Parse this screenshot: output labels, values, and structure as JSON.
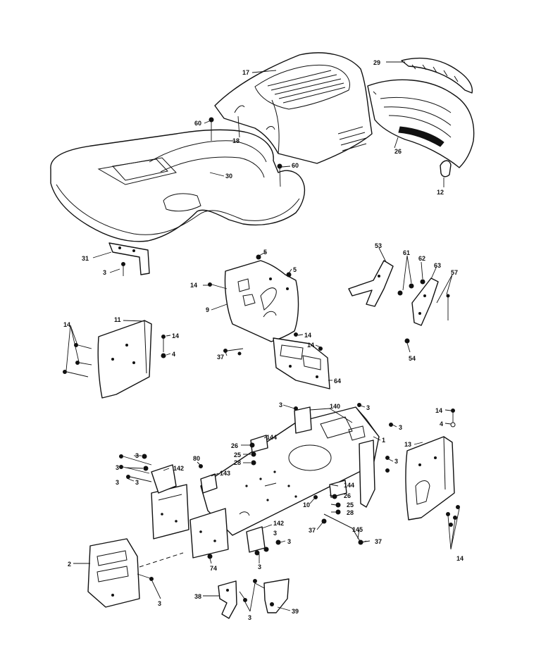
{
  "callouts": [
    {
      "id": "c17",
      "text": "17"
    },
    {
      "id": "c29",
      "text": "29"
    },
    {
      "id": "c60a",
      "text": "60"
    },
    {
      "id": "c18",
      "text": "18"
    },
    {
      "id": "c26a",
      "text": "26"
    },
    {
      "id": "c60b",
      "text": "60"
    },
    {
      "id": "c30",
      "text": "30"
    },
    {
      "id": "c12",
      "text": "12"
    },
    {
      "id": "c31",
      "text": "31"
    },
    {
      "id": "c3a",
      "text": "3"
    },
    {
      "id": "c5a",
      "text": "5"
    },
    {
      "id": "c5b",
      "text": "5"
    },
    {
      "id": "c53",
      "text": "53"
    },
    {
      "id": "c61",
      "text": "61"
    },
    {
      "id": "c62",
      "text": "62"
    },
    {
      "id": "c63",
      "text": "63"
    },
    {
      "id": "c57",
      "text": "57"
    },
    {
      "id": "c14a",
      "text": "14"
    },
    {
      "id": "c9",
      "text": "9"
    },
    {
      "id": "c11",
      "text": "11"
    },
    {
      "id": "c14b",
      "text": "14"
    },
    {
      "id": "c14c",
      "text": "14"
    },
    {
      "id": "c4a",
      "text": "4"
    },
    {
      "id": "c14d",
      "text": "14"
    },
    {
      "id": "c14e",
      "text": "14"
    },
    {
      "id": "c37a",
      "text": "37"
    },
    {
      "id": "c64",
      "text": "64"
    },
    {
      "id": "c54",
      "text": "54"
    },
    {
      "id": "c3b",
      "text": "3"
    },
    {
      "id": "c140",
      "text": "140"
    },
    {
      "id": "c3c",
      "text": "3"
    },
    {
      "id": "c14f",
      "text": "14"
    },
    {
      "id": "c4b",
      "text": "4"
    },
    {
      "id": "c3d",
      "text": "3"
    },
    {
      "id": "c1",
      "text": "1"
    },
    {
      "id": "c13",
      "text": "13"
    },
    {
      "id": "c26b",
      "text": "26"
    },
    {
      "id": "c144a",
      "text": "144"
    },
    {
      "id": "c25a",
      "text": "25"
    },
    {
      "id": "c28a",
      "text": "28"
    },
    {
      "id": "c3e",
      "text": "3"
    },
    {
      "id": "c3f",
      "text": "3"
    },
    {
      "id": "c142a",
      "text": "142"
    },
    {
      "id": "c3g",
      "text": "3"
    },
    {
      "id": "c3h",
      "text": "3"
    },
    {
      "id": "c80",
      "text": "80"
    },
    {
      "id": "c143",
      "text": "143"
    },
    {
      "id": "c144b",
      "text": "144"
    },
    {
      "id": "c3i",
      "text": "3"
    },
    {
      "id": "c26c",
      "text": "26"
    },
    {
      "id": "c10",
      "text": "10"
    },
    {
      "id": "c25b",
      "text": "25"
    },
    {
      "id": "c28b",
      "text": "28"
    },
    {
      "id": "c37b",
      "text": "37"
    },
    {
      "id": "c145",
      "text": "145"
    },
    {
      "id": "c142b",
      "text": "142"
    },
    {
      "id": "c3j",
      "text": "3"
    },
    {
      "id": "c3k",
      "text": "3"
    },
    {
      "id": "c37c",
      "text": "37"
    },
    {
      "id": "c14g",
      "text": "14"
    },
    {
      "id": "c2",
      "text": "2"
    },
    {
      "id": "c74",
      "text": "74"
    },
    {
      "id": "c3l",
      "text": "3"
    },
    {
      "id": "c3m",
      "text": "3"
    },
    {
      "id": "c38",
      "text": "38"
    },
    {
      "id": "c3n",
      "text": "3"
    },
    {
      "id": "c39",
      "text": "39"
    }
  ]
}
